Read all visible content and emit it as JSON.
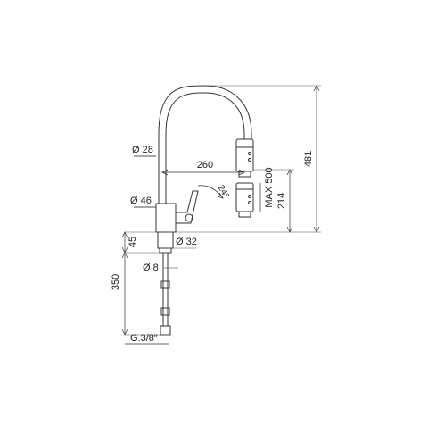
{
  "drawing": {
    "colors": {
      "line": "#333333",
      "text": "#222222",
      "background": "#ffffff"
    },
    "dimensions": {
      "overall_height": "481",
      "spout_height": "214",
      "max_pullout": "MAX 500",
      "spout_reach": "260",
      "spout_diameter": "Ø 28",
      "body_diameter": "Ø 46",
      "base_diameter": "Ø 32",
      "base_height": "45",
      "hose_diameter": "Ø 8",
      "hose_length": "350",
      "thread": "G.3/8\"",
      "lever_angle": "24°"
    }
  }
}
